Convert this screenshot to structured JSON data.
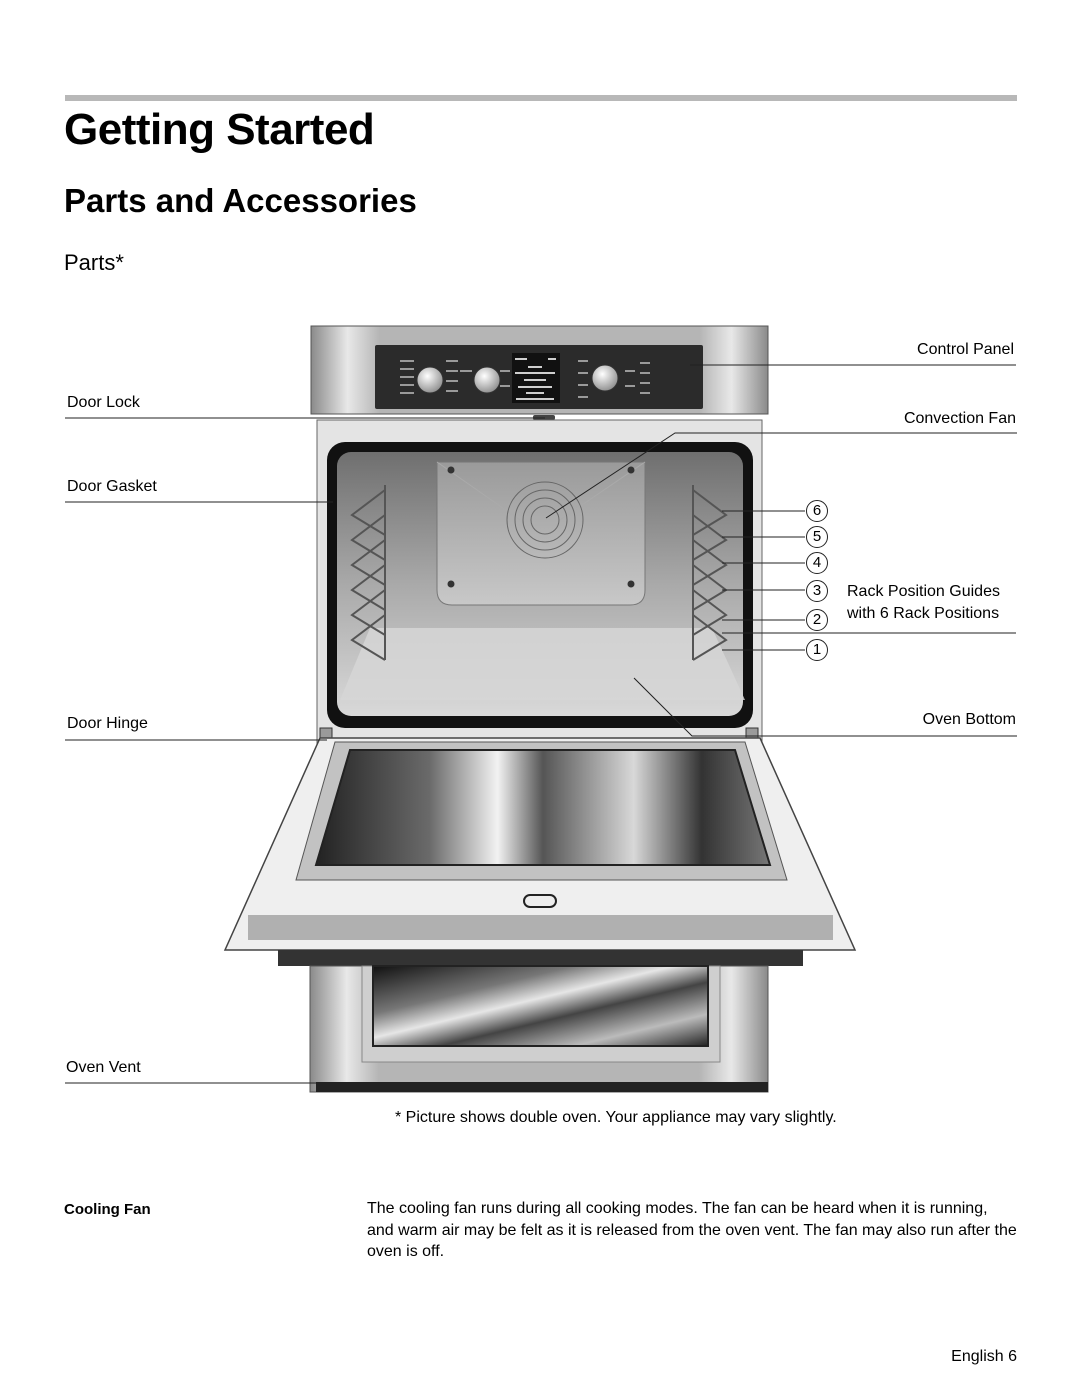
{
  "page": {
    "title": "Getting Started",
    "section": "Parts and Accessories",
    "subsection": "Parts*"
  },
  "labels": {
    "control_panel": "Control Panel",
    "door_lock": "Door Lock",
    "convection_fan": "Convection Fan",
    "door_gasket": "Door Gasket",
    "rack_guides_line1": "Rack Position Guides",
    "rack_guides_line2": "with 6 Rack Positions",
    "door_hinge": "Door Hinge",
    "oven_bottom": "Oven Bottom",
    "oven_vent": "Oven Vent"
  },
  "rack_positions": [
    "6",
    "5",
    "4",
    "3",
    "2",
    "1"
  ],
  "caption": "* Picture shows double oven. Your appliance may vary slightly.",
  "cooling_fan": {
    "term": "Cooling Fan",
    "description": "The cooling fan runs during all cooking modes. The fan can be heard when it is running, and warm air may be felt as it is released from the oven vent. The fan may also run after the oven is off."
  },
  "footer": "English 6"
}
